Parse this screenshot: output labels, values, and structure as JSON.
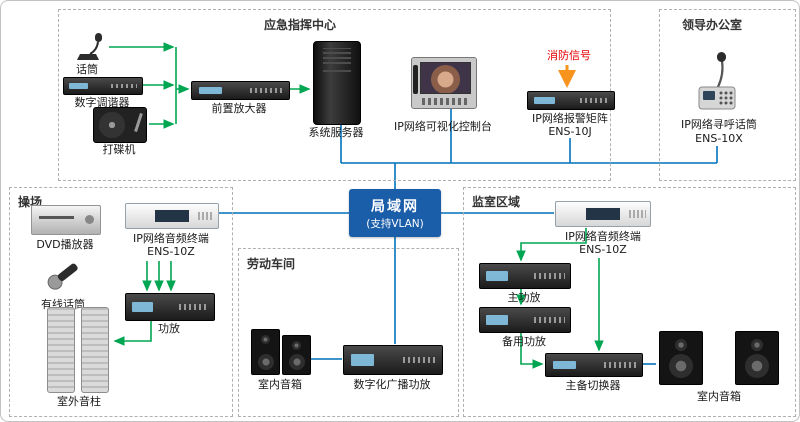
{
  "groups": {
    "command_center": "应急指挥中心",
    "leader_office": "领导办公室",
    "playground": "操场",
    "workshop": "劳动车间",
    "cell_area": "监室区域"
  },
  "lan": {
    "title": "局域网",
    "subtitle": "(支持VLAN)"
  },
  "annotations": {
    "fire_signal": "消防信号"
  },
  "devices": {
    "gooseneck_mic": {
      "label": "话筒"
    },
    "digital_tuner": {
      "label": "数字调谐器"
    },
    "cd_deck": {
      "label": "打碟机"
    },
    "preamplifier": {
      "label": "前置放大器"
    },
    "system_server": {
      "label": "系统服务器"
    },
    "visual_console": {
      "label": "IP网络可视化控制台"
    },
    "alarm_matrix": {
      "label": "IP网络报警矩阵",
      "model": "ENS-10J"
    },
    "paging_mic": {
      "label": "IP网络寻呼话筒",
      "model": "ENS-10X"
    },
    "dvd_player": {
      "label": "DVD播放器"
    },
    "audio_terminal_left": {
      "label": "IP网络音频终端",
      "model": "ENS-10Z"
    },
    "wired_mic": {
      "label": "有线话筒"
    },
    "amplifier": {
      "label": "功放"
    },
    "outdoor_column": {
      "label": "室外音柱"
    },
    "workshop_speakers": {
      "label": "室内音箱"
    },
    "broadcast_amp": {
      "label": "数字化广播功放"
    },
    "audio_terminal_right": {
      "label": "IP网络音频终端",
      "model": "ENS-10Z"
    },
    "main_amp": {
      "label": "主功放"
    },
    "backup_amp": {
      "label": "备用功放"
    },
    "switcher": {
      "label": "主备切换器"
    },
    "cell_speakers": {
      "label": "室内音箱"
    }
  },
  "colors": {
    "wire_blue": "#0071BC",
    "wire_green": "#00A651",
    "fire_text_red": "#E60000",
    "fire_arrow_orange": "#F7941D",
    "lan_background": "#1A5DA8"
  }
}
